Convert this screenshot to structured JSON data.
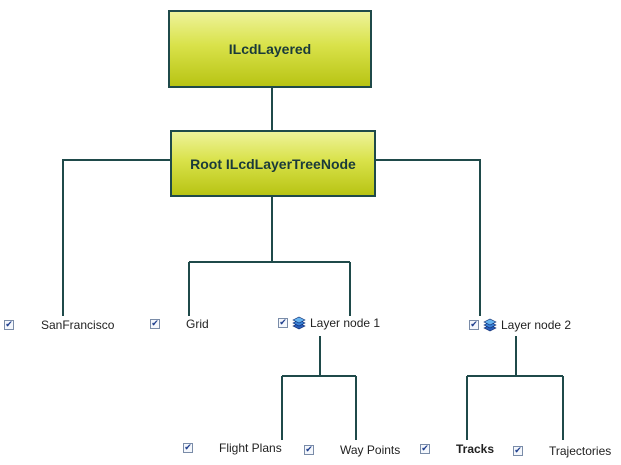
{
  "boxes": {
    "layered": "ILcdLayered",
    "root": "Root ILcdLayerTreeNode"
  },
  "nodes": {
    "sanfrancisco": {
      "label": "SanFrancisco",
      "checked": "✔"
    },
    "grid": {
      "label": "Grid",
      "checked": "✔"
    },
    "layer_node_1": {
      "label": "Layer node 1",
      "checked": "✔",
      "icon": "layer-stack-icon"
    },
    "layer_node_2": {
      "label": "Layer node 2",
      "checked": "✔",
      "icon": "layer-stack-icon"
    },
    "flight_plans": {
      "label": "Flight Plans",
      "checked": "✔"
    },
    "way_points": {
      "label": "Way Points",
      "checked": "✔"
    },
    "tracks": {
      "label": "Tracks",
      "checked": "✔"
    },
    "trajectories": {
      "label": "Trajectories",
      "checked": "✔"
    }
  },
  "colors": {
    "line": "#1f4a4a",
    "box_top": "#eef39a",
    "box_bottom": "#b8c414"
  }
}
